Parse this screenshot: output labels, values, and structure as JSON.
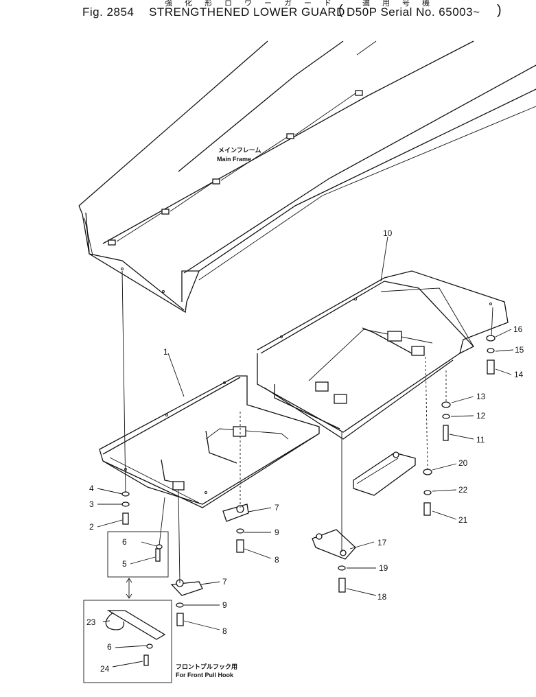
{
  "header": {
    "fig": "Fig. 2854",
    "title": "STRENGTHENED LOWER GUARD",
    "title_jp": "強化形ロワーガード",
    "serial_jp": "適用号機",
    "serial": "D50P Serial No. 65003~"
  },
  "notes": {
    "main_frame_jp": "メインフレーム",
    "main_frame": "Main Frame",
    "pull_hook_jp": "フロントプルフック用",
    "pull_hook": "For Front Pull Hook"
  },
  "callouts": [
    "1",
    "2",
    "3",
    "4",
    "5",
    "6",
    "7",
    "8",
    "9",
    "10",
    "11",
    "12",
    "13",
    "14",
    "15",
    "16",
    "17",
    "18",
    "19",
    "20",
    "21",
    "22",
    "23",
    "24"
  ],
  "callouts_repeat": [
    "6",
    "7",
    "8",
    "9"
  ]
}
